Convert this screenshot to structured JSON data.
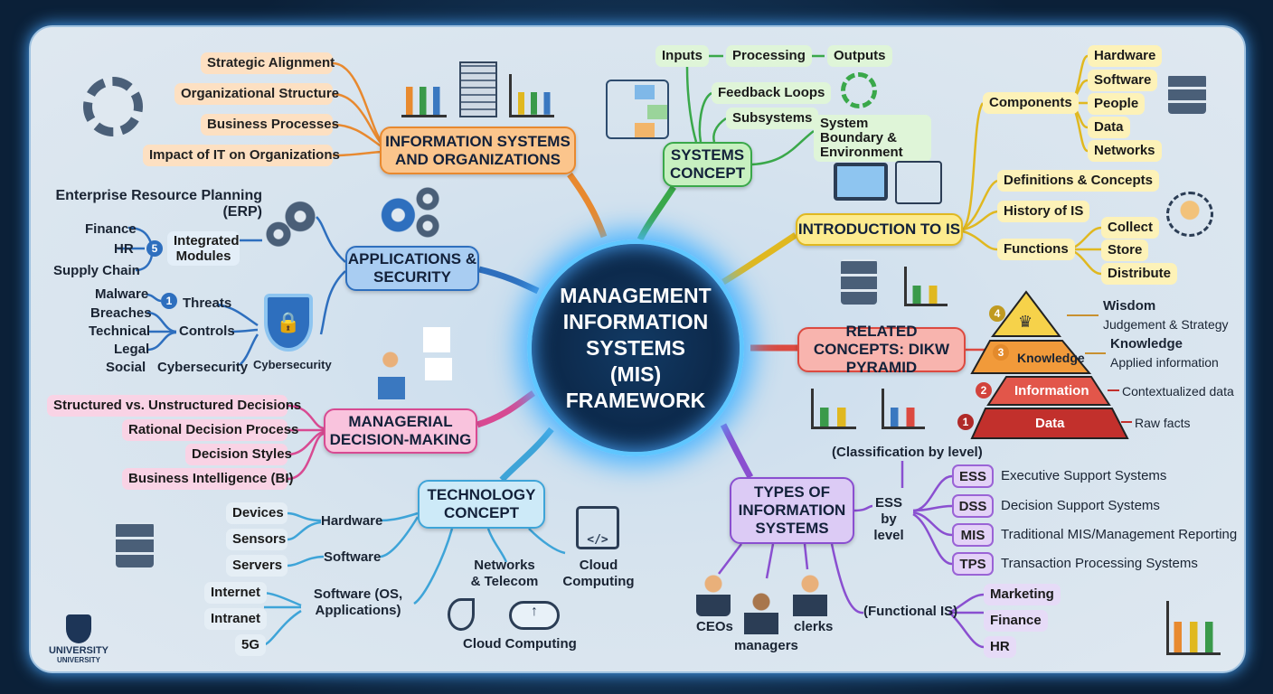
{
  "center": {
    "title": "MANAGEMENT INFORMATION SYSTEMS (MIS) FRAMEWORK"
  },
  "org": {
    "title": "INFORMATION SYSTEMS AND ORGANIZATIONS",
    "items": [
      "Strategic Alignment",
      "Organizational Structure",
      "Business Processes",
      "Impact of IT on Organizations"
    ]
  },
  "systems": {
    "title": "SYSTEMS CONCEPT",
    "flow": [
      "Inputs",
      "Processing",
      "Outputs"
    ],
    "items": [
      "Feedback Loops",
      "Subsystems",
      "System Boundary & Environment"
    ]
  },
  "intro": {
    "title": "INTRODUCTION TO IS",
    "components_label": "Components",
    "components": [
      "Hardware",
      "Software",
      "People",
      "Data",
      "Networks"
    ],
    "definitions": "Definitions & Concepts",
    "history": "History of IS",
    "functions_label": "Functions",
    "functions": [
      "Collect",
      "Store",
      "Distribute"
    ]
  },
  "dikw": {
    "title": "RELATED CONCEPTS: DIKW PYRAMID",
    "levels": [
      {
        "num": "1",
        "name": "Data",
        "desc": "Raw facts"
      },
      {
        "num": "2",
        "name": "Information",
        "desc": "Contextualized data"
      },
      {
        "num": "3",
        "name": "Knowledge",
        "heading": "Knowledge",
        "desc": "Applied information"
      },
      {
        "num": "4",
        "heading": "Wisdom",
        "desc": "Judgement & Strategy"
      }
    ]
  },
  "types": {
    "title": "TYPES OF INFORMATION SYSTEMS",
    "classification": "(Classification by level)",
    "by_level": "ESS by level",
    "levels": [
      {
        "abbr": "ESS",
        "name": "Executive Support Systems"
      },
      {
        "abbr": "DSS",
        "name": "Decision Support Systems"
      },
      {
        "abbr": "MIS",
        "name": "Traditional MIS/Management Reporting"
      },
      {
        "abbr": "TPS",
        "name": "Transaction Processing Systems"
      }
    ],
    "functional_label": "(Functional IS)",
    "functional": [
      "Marketing",
      "Finance",
      "HR"
    ],
    "people": [
      "CEOs",
      "managers",
      "clerks"
    ]
  },
  "tech": {
    "title": "TECHNOLOGY CONCEPT",
    "hardware_label": "Hardware",
    "hardware": [
      "Devices",
      "Sensors",
      "Servers"
    ],
    "software_label": "Software",
    "software_detail": "Software (OS, Applications)",
    "networks": [
      "Internet",
      "Intranet",
      "5G"
    ],
    "networks_telecom": "Networks & Telecom",
    "cloud": "Cloud Computing",
    "cloud_bottom": "Cloud Computing"
  },
  "decision": {
    "title": "MANAGERIAL DECISION-MAKING",
    "items": [
      "Structured vs. Unstructured Decisions",
      "Rational Decision Process",
      "Decision Styles",
      "Business Intelligence (BI)"
    ]
  },
  "apps": {
    "title": "APPLICATIONS & SECURITY",
    "erp_title": "Enterprise Resource Planning (ERP)",
    "erp_modules": [
      "Finance",
      "HR",
      "Supply Chain"
    ],
    "erp_num": "5",
    "integrated": "Integrated Modules",
    "threats_num": "1",
    "threats": "Threats",
    "controls": "Controls",
    "cybersecurity": "Cybersecurity",
    "security_items": [
      "Malware",
      "Breaches",
      "Technical",
      "Legal",
      "Social"
    ],
    "shield_label": "Cybersecurity"
  },
  "logo": {
    "line1": "UNIVERSITY",
    "line2": "UNIVERSITY"
  },
  "colors": {
    "orange": "#e8892f",
    "green": "#3aa84a",
    "yellow": "#e0b820",
    "red": "#dc4a40",
    "purple": "#8a4fd0",
    "cyan": "#3ea4d8",
    "pink": "#d84a92",
    "blue": "#2e6fbe"
  }
}
